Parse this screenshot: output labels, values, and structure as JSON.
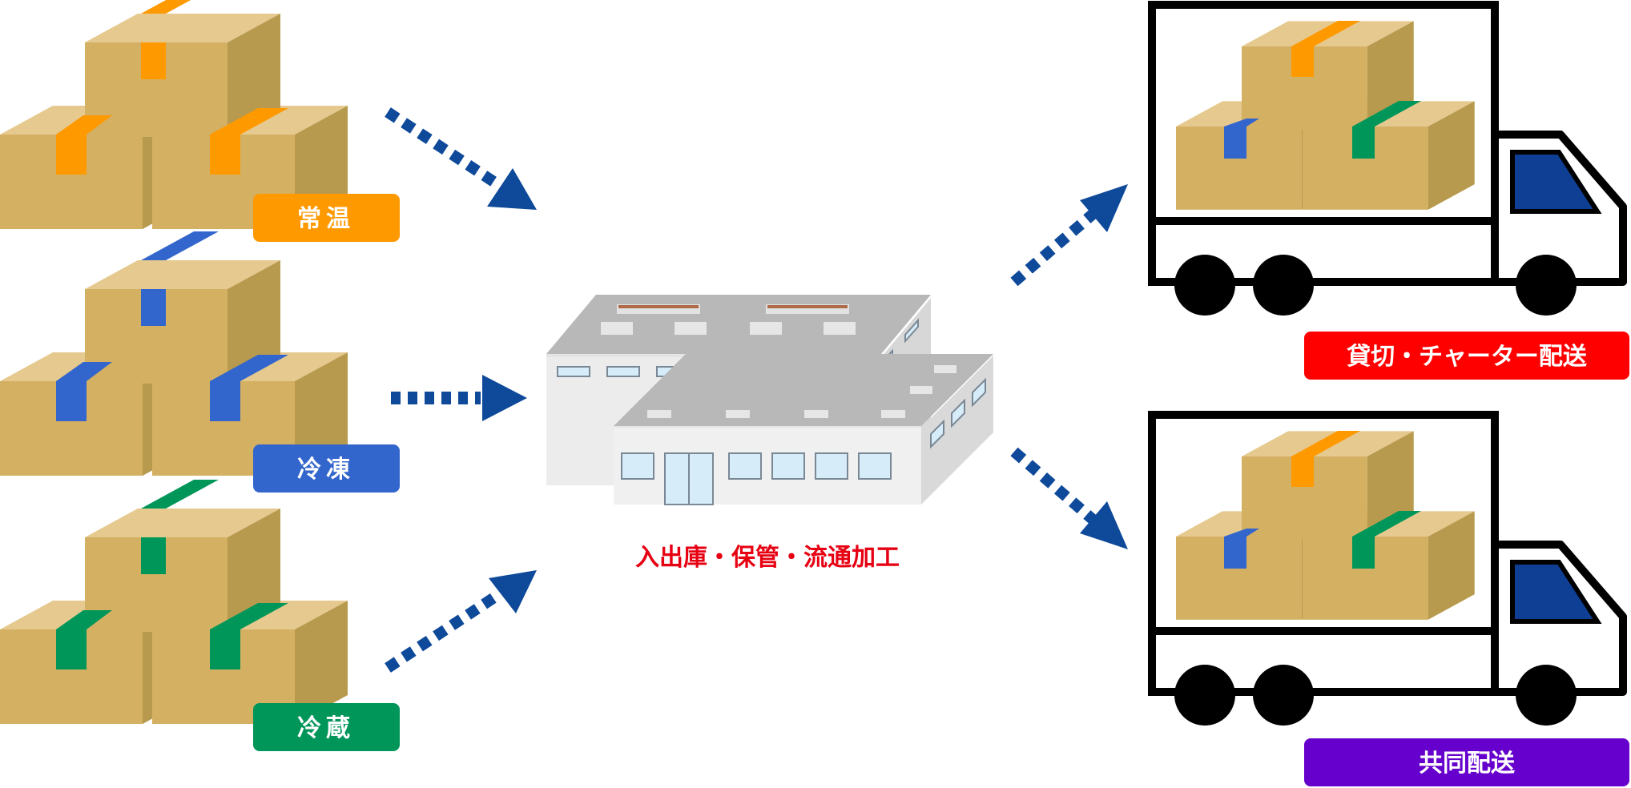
{
  "labels": {
    "ambient": "常温",
    "frozen": "冷凍",
    "chilled": "冷蔵",
    "warehouse": "入出庫・保管・流通加工",
    "charter": "貸切・チャーター配送",
    "shared": "共同配送"
  },
  "colors": {
    "ambient": "#ff9900",
    "frozen": "#3366cc",
    "chilled": "#00965a",
    "warehouse_text": "#e60012",
    "charter": "#ff0000",
    "shared": "#6600cc",
    "arrow": "#0f4a9a",
    "box_front": "#d4b062",
    "box_top": "#e5c98e",
    "box_side": "#b89a4e"
  }
}
